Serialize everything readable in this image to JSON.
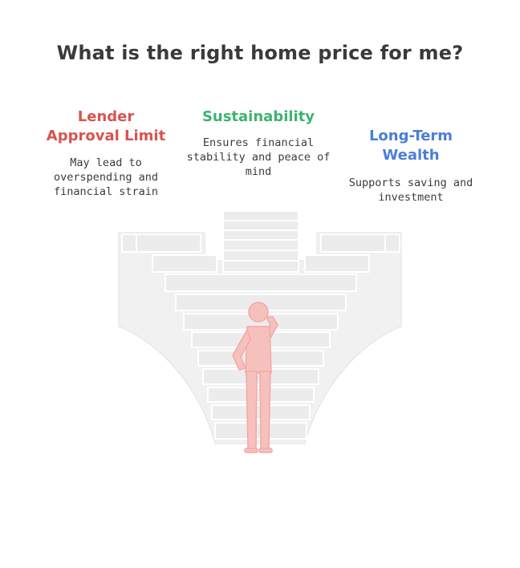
{
  "title": "What is the right home price for me?",
  "colors": {
    "lender": "#d9534f",
    "sustainability": "#3cb371",
    "wealth": "#4a7fd6",
    "stairs": "#e9e9e9",
    "figure": "#f6c0bd"
  },
  "options": [
    {
      "heading_lines": [
        "Lender",
        "Approval Limit"
      ],
      "desc_lines": [
        "May lead to",
        "overspending and",
        "financial strain"
      ]
    },
    {
      "heading_lines": [
        "Sustainability"
      ],
      "desc_lines": [
        "Ensures financial",
        "stability and peace of",
        "mind"
      ]
    },
    {
      "heading_lines": [
        "Long-Term",
        "Wealth"
      ],
      "desc_lines": [
        "Supports saving and",
        "investment"
      ]
    }
  ]
}
